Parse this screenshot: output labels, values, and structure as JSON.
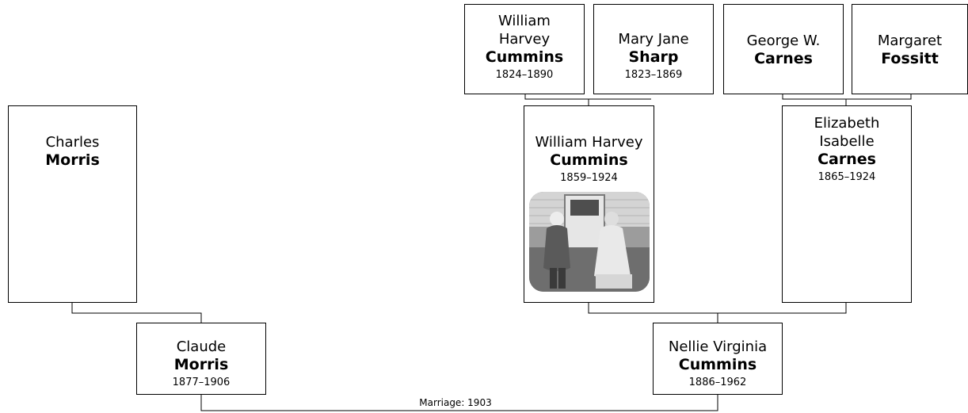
{
  "people": {
    "charles": {
      "given": "Charles",
      "surname": "Morris",
      "years": ""
    },
    "claude": {
      "given": "Claude",
      "surname": "Morris",
      "years": "1877–1906"
    },
    "wh_sr": {
      "given": "William\nHarvey",
      "surname": "Cummins",
      "years": "1824–1890"
    },
    "mary": {
      "given": "Mary Jane",
      "surname": "Sharp",
      "years": "1823–1869"
    },
    "george": {
      "given": "George W.",
      "surname": "Carnes",
      "years": ""
    },
    "margaret": {
      "given": "Margaret",
      "surname": "Fossitt",
      "years": ""
    },
    "wh_jr": {
      "given": "William Harvey",
      "surname": "Cummins",
      "years": "1859–1924"
    },
    "elizabeth": {
      "given": "Elizabeth\nIsabelle",
      "surname": "Carnes",
      "years": "1865–1924"
    },
    "nellie": {
      "given": "Nellie Virginia",
      "surname": "Cummins",
      "years": "1886–1962"
    }
  },
  "marriage_label": "Marriage: 1903",
  "icons": {
    "photo": "portrait-photo-icon"
  },
  "colors": {
    "line": "#000000",
    "box_border": "#000000",
    "background": "#ffffff"
  }
}
